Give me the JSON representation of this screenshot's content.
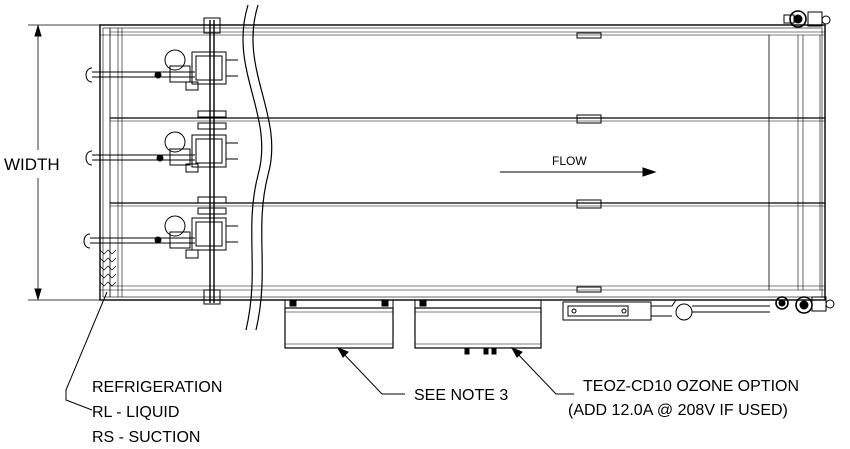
{
  "labels": {
    "width": "WIDTH",
    "flow": "FLOW",
    "refrigeration": "REFRIGERATION",
    "rl_liquid": "RL - LIQUID",
    "rs_suction": "RS - SUCTION",
    "see_note": "SEE NOTE 3",
    "ozone_option": "TEOZ-CD10 OZONE OPTION",
    "ozone_power": "(ADD 12.0A @ 208V IF USED)"
  },
  "colors": {
    "line": "#000000",
    "background": "#ffffff"
  }
}
